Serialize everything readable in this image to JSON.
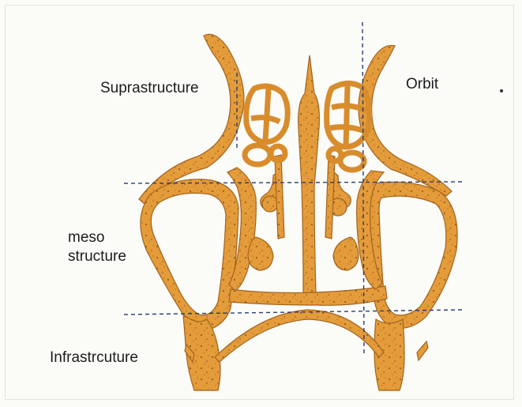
{
  "labels": {
    "suprastructure": "Suprastructure",
    "orbit": "Orbit",
    "meso_line1": "meso",
    "meso_line2": "structure",
    "infrastructure": "Infrastrcuture"
  },
  "colors": {
    "bone": "#e49b3a",
    "bone_outline": "#a2641d",
    "speckle": "#7a4a14",
    "divider": "#2a3d6e",
    "text": "#1c1c1c"
  }
}
